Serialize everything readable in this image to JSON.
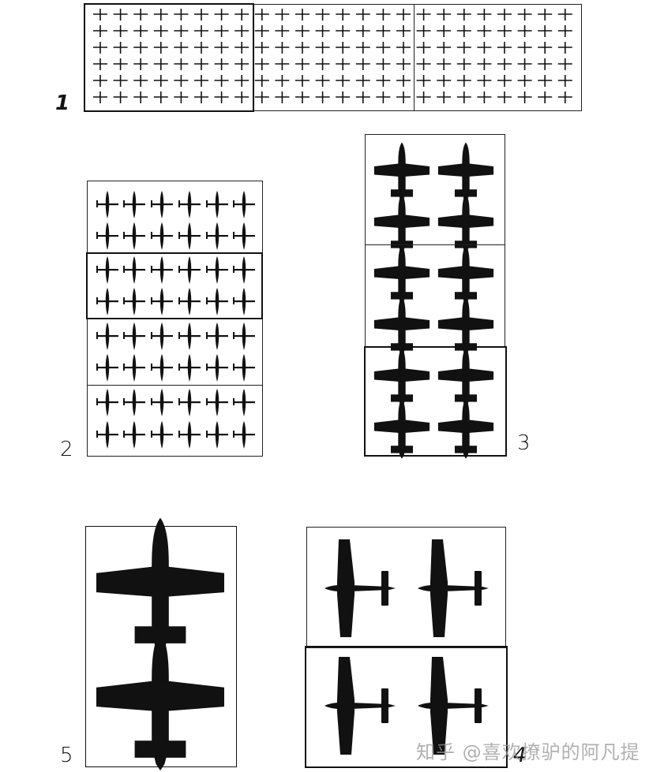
{
  "figures": [
    {
      "id": "1",
      "label": "1",
      "description": "Grid of crosses, 3 sections of 8 columns x 6 rows; first section highlighted",
      "columns_per_section": 8,
      "rows": 6,
      "sections": 3,
      "highlighted_section": 1
    },
    {
      "id": "2",
      "label": "2",
      "description": "Small aircraft formation, 4 sections of 2 rows x 6 aircraft; second section highlighted",
      "columns": 6,
      "rows_per_section": 2,
      "sections": 4,
      "highlighted_section": 2
    },
    {
      "id": "3",
      "label": "3",
      "description": "Medium aircraft formation, 3 sections of 2 rows x 2 aircraft; third section highlighted",
      "columns": 2,
      "rows_per_section": 2,
      "sections": 3,
      "highlighted_section": 3
    },
    {
      "id": "4",
      "label": "4",
      "description": "Large aircraft side-facing, 2 sections of 1 row x 2 aircraft; second section highlighted",
      "columns": 2,
      "rows_per_section": 1,
      "sections": 2,
      "highlighted_section": 2
    },
    {
      "id": "5",
      "label": "5",
      "description": "Two very large aircraft stacked vertically",
      "columns": 1,
      "rows": 2,
      "sections": 1
    }
  ],
  "watermark": "知乎 @喜欢撩驴的阿凡提",
  "colors": {
    "ink": "#111111",
    "background": "#ffffff",
    "watermark": "#969696"
  }
}
